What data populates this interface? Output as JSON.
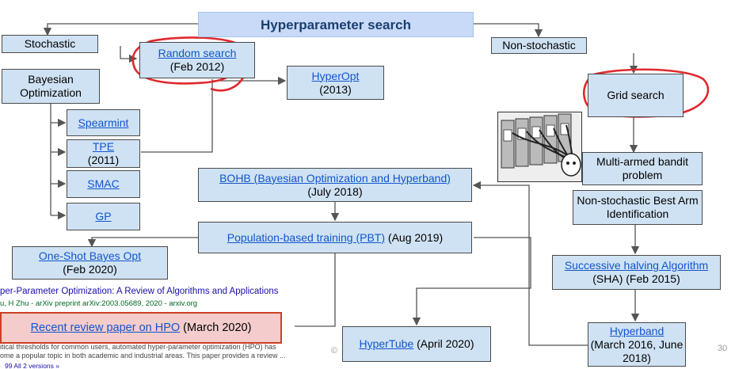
{
  "title": "Hyperparameter search",
  "nodes": {
    "stochastic": "Stochastic",
    "random_search": "Random search",
    "random_search_date": "(Feb 2012)",
    "bayesian": "Bayesian Optimization",
    "hyperopt": "HyperOpt",
    "hyperopt_date": "(2013)",
    "spearmint": "Spearmint",
    "tpe": "TPE",
    "tpe_date": "(2011)",
    "smac": "SMAC",
    "gp": "GP",
    "bohb": "BOHB (Bayesian Optimization and Hyperband)",
    "bohb_date": "(July 2018)",
    "pbt": "Population-based training (PBT)",
    "pbt_date": " (Aug 2019)",
    "oneshot": "One-Shot Bayes Opt",
    "oneshot_date": "(Feb 2020)",
    "hypertube": "HyperTube",
    "hypertube_date": " (April 2020)",
    "nonstochastic": "Non-stochastic",
    "grid": "Grid search",
    "bandit": "Multi-armed bandit problem",
    "nsbai": "Non-stochastic Best Arm Identification",
    "sha": "Successive halving Algorithm",
    "sha_date": "(SHA) (Feb 2015)",
    "hyperband": "Hyperband",
    "hyperband_date": "(March 2016, June 2018)"
  },
  "review": {
    "link": "Recent review paper on HPO",
    "date": " (March 2020)"
  },
  "snippet": {
    "title": "per-Parameter Optimization: A Review of Algorithms and Applications",
    "authors": "u, H Zhu - arXiv preprint arXiv:2003.05689, 2020 - arxiv.org",
    "line1": "itical thresholds for common users, automated hyper-parameter optimization (HPO) has",
    "line2": "ome a popular topic in both academic and industrial areas. This paper provides a review ...",
    "links": "99   All 2 versions   »"
  },
  "page_number": "30",
  "copyright": "©",
  "colors": {
    "box": "#cfe2f3",
    "link": "#1155cc",
    "highlight": "#e0282d",
    "review_bg": "#f4cccc"
  },
  "icons": [
    "robot-octopus-illustration"
  ]
}
